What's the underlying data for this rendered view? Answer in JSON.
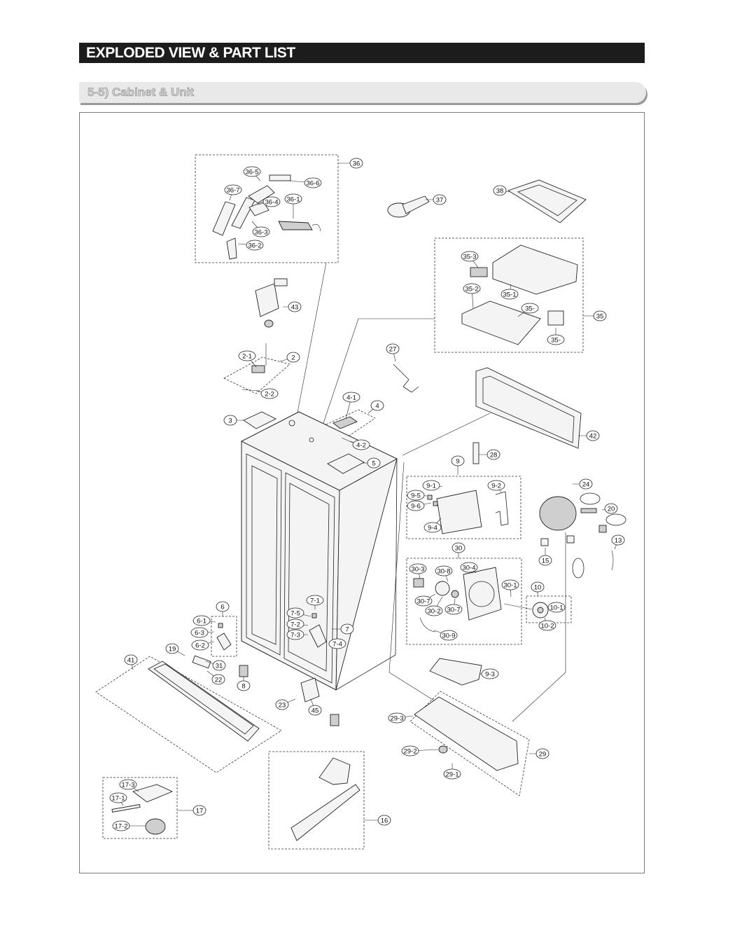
{
  "header": {
    "title": "EXPLODED VIEW & PART LIST",
    "section": "5-5) Cabinet & Unit"
  },
  "callouts": {
    "c36": "36",
    "c36_5": "36-5",
    "c36_6": "36-6",
    "c36_7": "36-7",
    "c36_4": "36-4",
    "c36_1": "36-1",
    "c36_3": "36-3",
    "c36_2": "36-2",
    "c37": "37",
    "c38": "38",
    "c35_3": "35-3",
    "c35_1": "35-1",
    "c35_2": "35-2",
    "c35a": "35-",
    "c35b": "35-",
    "c35": "35",
    "c43": "43",
    "c2_1": "2-1",
    "c2": "2",
    "c2_2": "2-2",
    "c27": "27",
    "c3": "3",
    "c4_1": "4-1",
    "c4": "4",
    "c4_2": "4-2",
    "c5": "5",
    "c42": "42",
    "c28": "28",
    "c9": "9",
    "c9_1": "9-1",
    "c9_2": "9-2",
    "c9_5": "9-5",
    "c9_6": "9-6",
    "c9_4": "9-4",
    "c24": "24",
    "c20": "20",
    "c13": "13",
    "c15": "15",
    "c30": "30",
    "c30_3": "30-3",
    "c30_8": "30-8",
    "c30_4": "30-4",
    "c30_1": "30-1",
    "c30_7a": "30-7",
    "c30_2": "30-2",
    "c30_7b": "30-7",
    "c30_9": "30-9",
    "c10": "10",
    "c10_1": "10-1",
    "c10_2": "10-2",
    "c6": "6",
    "c6_1": "6-1",
    "c6_3": "6-3",
    "c6_2": "6-2",
    "c7_1": "7-1",
    "c7_5": "7-5",
    "c7_2": "7-2",
    "c7_3": "7-3",
    "c7": "7",
    "c7_4": "7-4",
    "c19": "19",
    "c31": "31",
    "c22": "22",
    "c41": "41",
    "c8": "8",
    "c23": "23",
    "c45": "45",
    "c9_3": "9-3",
    "c29_3": "29-3",
    "c29_2": "29-2",
    "c29_1": "29-1",
    "c29": "29",
    "c17_3": "17-3",
    "c17_1": "17-1",
    "c17_2": "17-2",
    "c17": "17",
    "c16": "16"
  }
}
